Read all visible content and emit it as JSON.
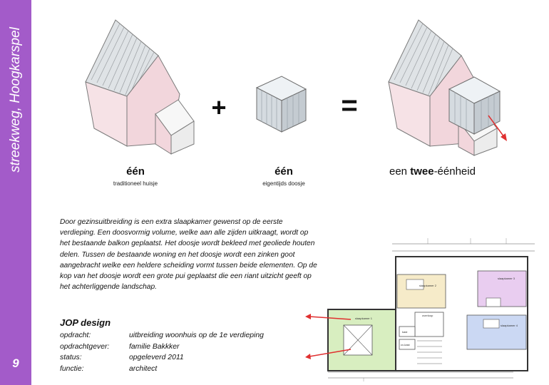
{
  "sidebar": {
    "title": "streekweg, Hoogkarspel",
    "page_number": "9"
  },
  "equation": {
    "left": {
      "title": "één",
      "subtitle": "traditioneel huisje"
    },
    "plus": "+",
    "middle": {
      "title": "één",
      "subtitle": "eigentijds doosje"
    },
    "equals": "=",
    "right": {
      "prefix": "een ",
      "bold": "twee",
      "suffix": "-éénheid"
    }
  },
  "description": "Door gezinsuitbreiding is een extra slaapkamer gewenst op de eerste verdieping. Een doosvormig volume, welke aan alle zijden uitkraagt, wordt op het bestaande balkon geplaatst. Het doosje wordt bekleed met geoliede houten delen. Tussen de bestaande woning en het doosje wordt een zinken goot aangebracht welke een heldere scheiding vormt tussen beide elementen. Op de kop van het doosje wordt een grote pui geplaatst die een riant uitzicht geeft op het achterliggende landschap.",
  "credits": {
    "title": "JOP design",
    "rows": [
      {
        "label": "opdracht:",
        "value": "uitbreiding woonhuis op de 1e verdieping"
      },
      {
        "label": "opdrachtgever:",
        "value": "familie Bakkker"
      },
      {
        "label": "status:",
        "value": "opgeleverd 2011"
      },
      {
        "label": "functie:",
        "value": "architect"
      }
    ]
  },
  "floorplan": {
    "rooms": [
      {
        "name": "slaapkamer 1"
      },
      {
        "name": "slaapkamer 2"
      },
      {
        "name": "slaapkamer 3"
      },
      {
        "name": "slaapkamer 4"
      },
      {
        "name": "overloop"
      },
      {
        "name": "kast"
      },
      {
        "name": "cv-kast"
      }
    ]
  },
  "colors": {
    "sidebar": "#a35bc9",
    "house_wall": "#f2d6dc",
    "roof": "#dfe3e6",
    "arrow": "#e03030",
    "room1": "#d8eec0",
    "room2": "#f6ebc9",
    "room3": "#e9cdf0",
    "room4": "#cbd8f3"
  }
}
